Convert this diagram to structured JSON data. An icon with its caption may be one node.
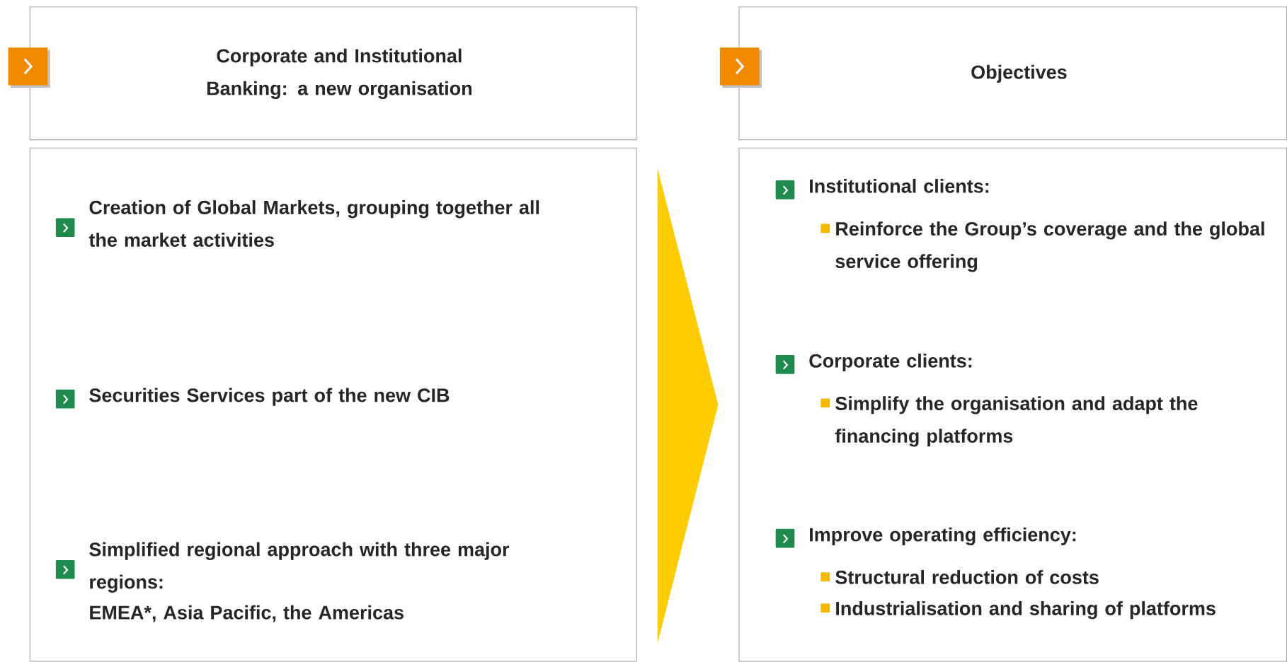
{
  "diagram": {
    "nodes": [
      {
        "text": [
          "Corporate and Institutional Banking: a new organisation"
        ]
      },
      {
        "text": [
          "Creation of Global Markets, grouping together all the market activities",
          "Securities Services part of the new CIB",
          "Simplified regional approach with three major regions:",
          "EMEA*, Asia Pacific, the Americas"
        ]
      },
      {
        "text": [
          "Objectives"
        ]
      },
      {
        "text": [
          "Institutional clients:",
          "Reinforce the Group’s coverage and the global service offering",
          "Corporate clients:",
          "Simplify the organisation and adapt the financing platforms",
          "Improve operating efficiency:",
          "Structural reduction of costs",
          "Industrialisation and sharing of platforms"
        ]
      }
    ],
    "edges": [
      {
        "from": 1,
        "to": 3,
        "arrow": "to"
      }
    ]
  }
}
